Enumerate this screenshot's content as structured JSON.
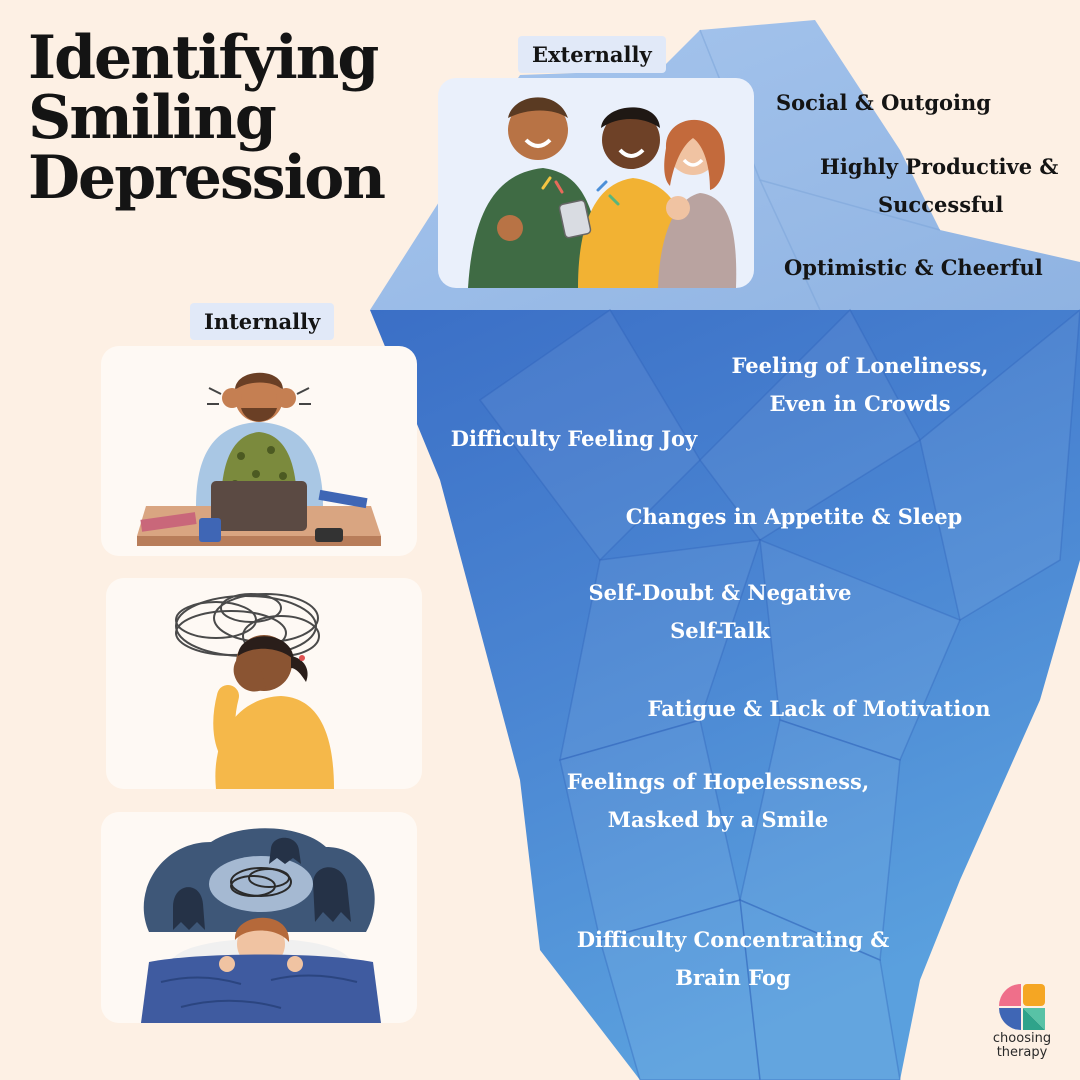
{
  "title": {
    "line1": "Identifying",
    "line2": "Smiling",
    "line3": "Depression"
  },
  "sections": {
    "externally": "Externally",
    "internally": "Internally"
  },
  "external_traits": [
    "Social & Outgoing",
    "Highly Productive &",
    "Successful",
    "Optimistic & Cheerful"
  ],
  "internal_traits": [
    {
      "line1": "Feeling of Loneliness,",
      "line2": "Even in Crowds"
    },
    {
      "line1": "Difficulty Feeling Joy",
      "line2": ""
    },
    {
      "line1": "Changes in Appetite & Sleep",
      "line2": ""
    },
    {
      "line1": "Self-Doubt & Negative",
      "line2": "Self-Talk"
    },
    {
      "line1": "Fatigue & Lack of Motivation",
      "line2": ""
    },
    {
      "line1": "Feelings of Hopelessness,",
      "line2": "Masked by a Smile"
    },
    {
      "line1": "Difficulty Concentrating &",
      "line2": "Brain Fog"
    }
  ],
  "logo": {
    "line1": "choosing",
    "line2": "therapy"
  },
  "colors": {
    "background": "#fdf0e4",
    "iceberg_top": "#9bbde6",
    "iceberg_body": "#3f78cc",
    "tag_bg": "#e1e9f8",
    "text_dark": "#141414",
    "text_light": "#ffffff"
  },
  "icons": [
    "iceberg-illustration",
    "friends-laughing-illustration",
    "stressed-man-laptop-illustration",
    "woman-tangled-thoughts-illustration",
    "child-hiding-ghosts-illustration",
    "choosing-therapy-logo"
  ]
}
